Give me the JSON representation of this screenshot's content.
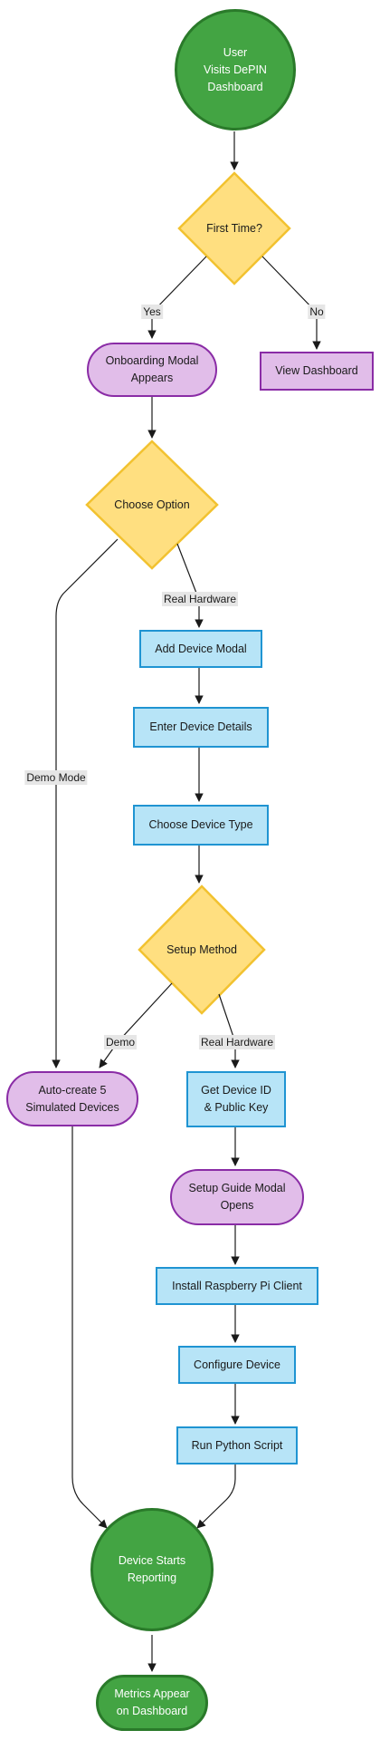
{
  "colors": {
    "terminal_fill": "#43a443",
    "terminal_border": "#2a7a2a",
    "modal_fill": "#e1bde9",
    "modal_border": "#8a2ca6",
    "process_fill": "#b7e4f7",
    "process_border": "#1f94d2",
    "decision_fill": "#ffdf80",
    "decision_border": "#f2c230",
    "edge": "#1a1a1a",
    "edge_label_bg": "#e6e6e6"
  },
  "nodes": {
    "start": "User\nVisits DePIN\nDashboard",
    "first_time": "First Time?",
    "onboarding_modal": "Onboarding Modal\nAppears",
    "view_dashboard": "View Dashboard",
    "choose_option": "Choose Option",
    "add_device_modal": "Add Device Modal",
    "enter_device_details": "Enter Device Details",
    "choose_device_type": "Choose Device Type",
    "setup_method": "Setup Method",
    "auto_create": "Auto-create 5\nSimulated Devices",
    "get_device_id": "Get Device ID\n& Public Key",
    "setup_guide_modal": "Setup Guide Modal\nOpens",
    "install_client": "Install Raspberry Pi Client",
    "configure_device": "Configure Device",
    "run_script": "Run Python Script",
    "device_starts": "Device Starts\nReporting",
    "metrics_appear": "Metrics Appear\non Dashboard"
  },
  "edge_labels": {
    "yes": "Yes",
    "no": "No",
    "real_hardware_1": "Real Hardware",
    "demo_mode": "Demo Mode",
    "demo": "Demo",
    "real_hardware_2": "Real Hardware"
  }
}
